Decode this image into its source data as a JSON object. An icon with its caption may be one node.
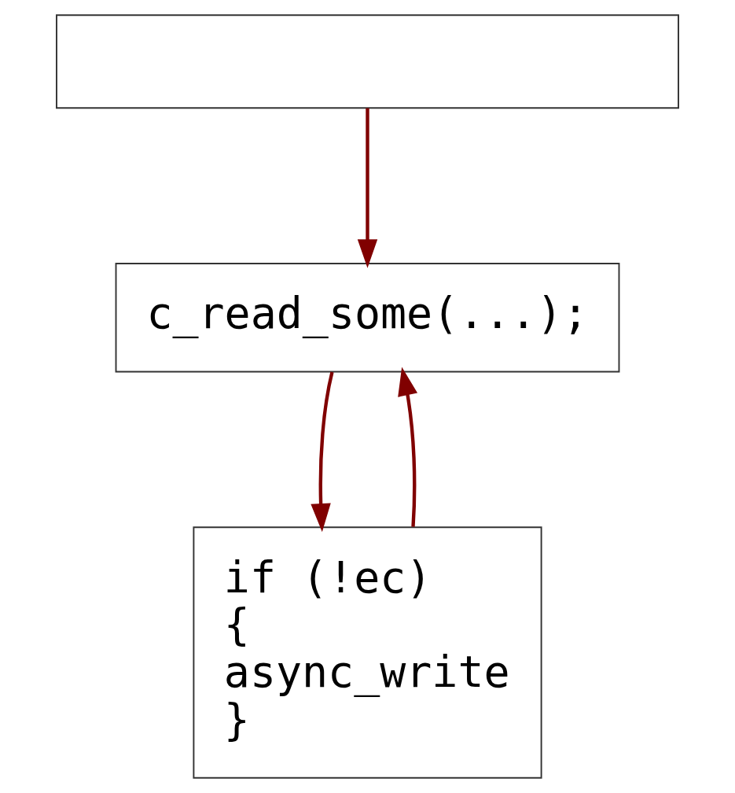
{
  "diagram": {
    "nodes": [
      {
        "text": [],
        "shape": "box"
      },
      {
        "text": [
          "c_read_some(...);"
        ]
      },
      {
        "text": [
          "if (!ec)",
          "{",
          "async_write",
          "}"
        ]
      }
    ],
    "edges": [
      {
        "from": 0,
        "to": 1,
        "arrow": "to"
      },
      {
        "from": 1,
        "to": 2,
        "arrow": "to"
      },
      {
        "from": 2,
        "to": 1,
        "arrow": "to"
      }
    ]
  }
}
